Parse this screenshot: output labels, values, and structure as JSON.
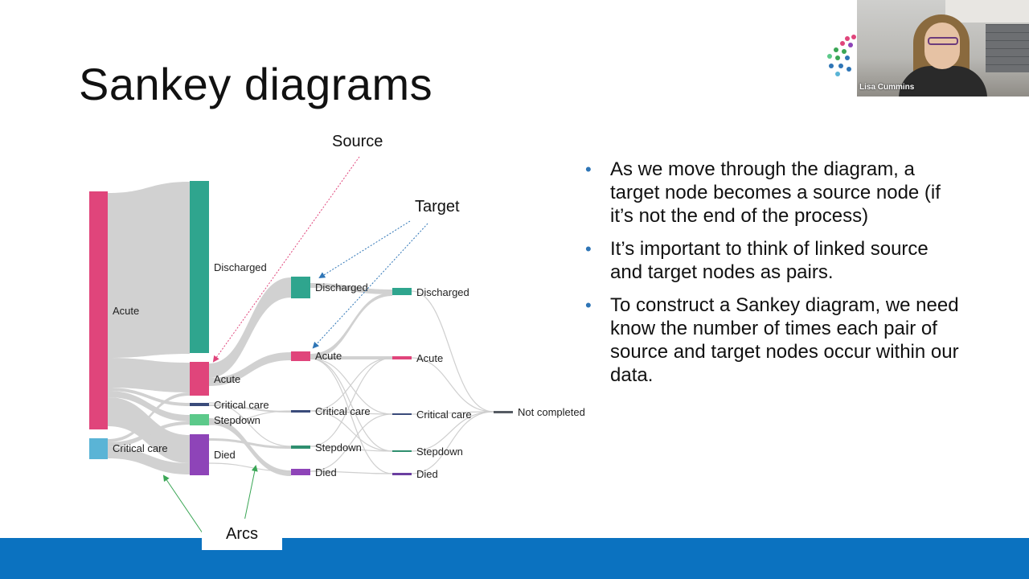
{
  "slide": {
    "title": "Sankey diagrams",
    "bullets": [
      "As we move through the diagram, a target node becomes a source node (if it’s not the end of the process)",
      "It’s important to think of linked source and target nodes as pairs.",
      "To construct a Sankey diagram, we need know the number of times each pair of source and target nodes occur within our data."
    ],
    "bullet_symbol": "•"
  },
  "diagram": {
    "annotations": {
      "source": "Source",
      "target": "Target",
      "arcs": "Arcs"
    },
    "stages": [
      [
        {
          "id": "s0_acute",
          "label": "Acute",
          "color": "#e0457b"
        },
        {
          "id": "s0_cc",
          "label": "Critical care",
          "color": "#5ab4d6"
        }
      ],
      [
        {
          "id": "s1_dis",
          "label": "Discharged",
          "color": "#2fa58e"
        },
        {
          "id": "s1_acute",
          "label": "Acute",
          "color": "#e0457b"
        },
        {
          "id": "s1_cc",
          "label": "Critical care",
          "color": "#3a4b7a"
        },
        {
          "id": "s1_step",
          "label": "Stepdown",
          "color": "#5cc98a"
        },
        {
          "id": "s1_died",
          "label": "Died",
          "color": "#8e44b8"
        }
      ],
      [
        {
          "id": "s2_dis",
          "label": "Discharged",
          "color": "#2fa58e"
        },
        {
          "id": "s2_acute",
          "label": "Acute",
          "color": "#e0457b"
        },
        {
          "id": "s2_cc",
          "label": "Critical care",
          "color": "#3a4b7a"
        },
        {
          "id": "s2_step",
          "label": "Stepdown",
          "color": "#2f8f6f"
        },
        {
          "id": "s2_died",
          "label": "Died",
          "color": "#8e44b8"
        }
      ],
      [
        {
          "id": "s3_dis",
          "label": "Discharged",
          "color": "#2fa58e"
        },
        {
          "id": "s3_acute",
          "label": "Acute",
          "color": "#e0457b"
        },
        {
          "id": "s3_cc",
          "label": "Critical care",
          "color": "#3a4b7a"
        },
        {
          "id": "s3_step",
          "label": "Stepdown",
          "color": "#2f8f6f"
        },
        {
          "id": "s3_died",
          "label": "Died",
          "color": "#6b3fa0"
        }
      ],
      [
        {
          "id": "s4_nc",
          "label": "Not completed",
          "color": "#555b63"
        }
      ]
    ],
    "link_color": "#c9c9c9"
  },
  "webcam": {
    "participant_name": "Lisa Cummins"
  },
  "colors": {
    "footer": "#0b72c0",
    "bullet": "#2e75b6",
    "source_arrow": "#e0457b",
    "target_arrow": "#2e75b6",
    "arcs_arrow": "#3aa655"
  }
}
